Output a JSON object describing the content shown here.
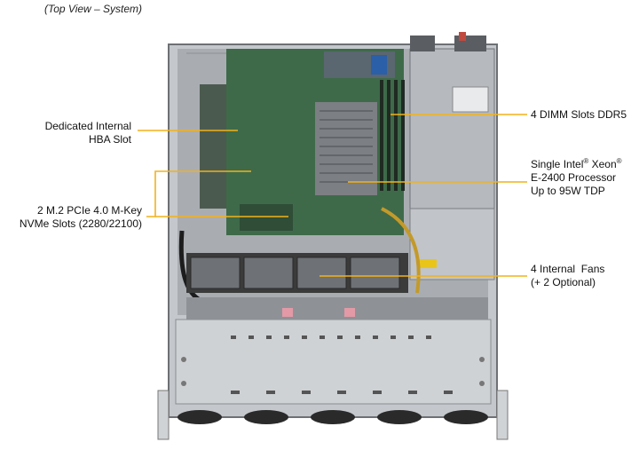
{
  "caption": "(Top View – System)",
  "colors": {
    "callout_line": "#f2b21a",
    "chassis": "#b9bcc0",
    "board": "#3f6b4a"
  },
  "callouts": {
    "hba_slot": [
      "Dedicated Internal",
      "HBA Slot"
    ],
    "m2_slots": [
      "2 M.2 PCIe 4.0 M-Key",
      "NVMe Slots (2280/22100)"
    ],
    "dimm_slots": [
      "4 DIMM Slots DDR5"
    ],
    "processor": {
      "line1_a": "Single Intel",
      "reg": "®",
      "line1_b": " Xeon",
      "reg2": "®",
      "line2": "E-2400 Processor",
      "line3": "Up to 95W TDP"
    },
    "fans": [
      "4 Internal  Fans",
      "(+ 2 Optional)"
    ]
  }
}
